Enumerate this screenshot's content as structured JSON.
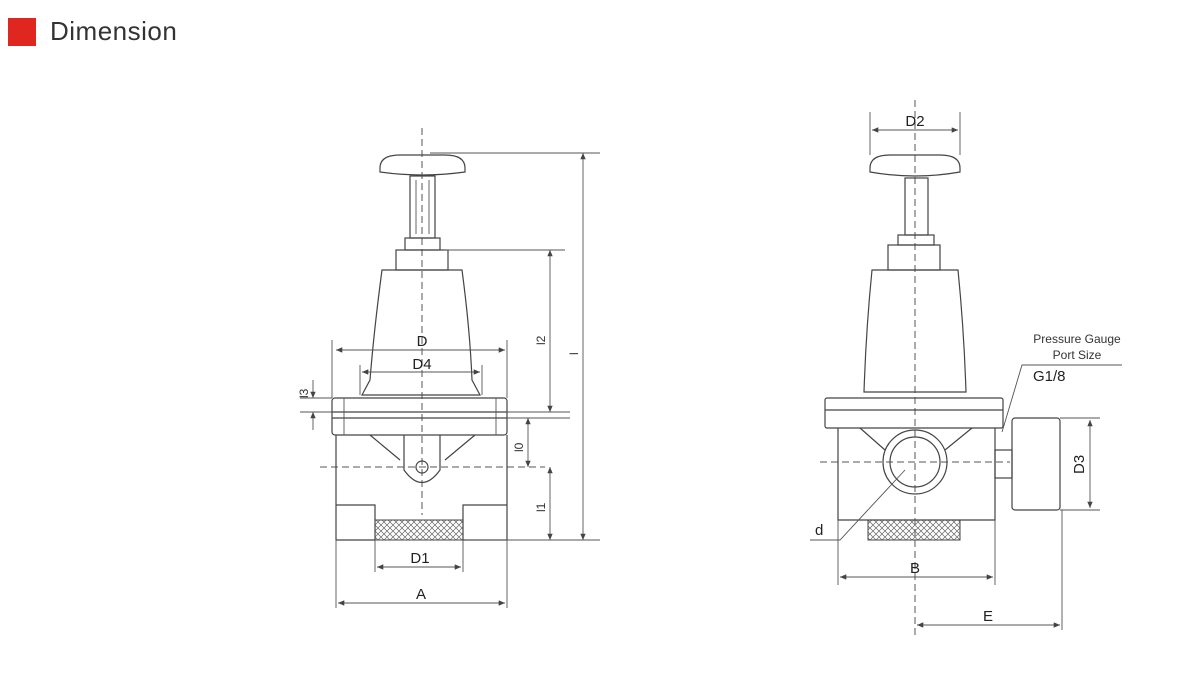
{
  "header": {
    "title": "Dimension",
    "accent": "#e0271f"
  },
  "front_view": {
    "D": "D",
    "D4": "D4",
    "D1": "D1",
    "A": "A",
    "l": "l",
    "l1": "l1",
    "l2": "l2",
    "l3": "l3",
    "l0": "l0"
  },
  "side_view": {
    "D2": "D2",
    "B": "B",
    "d": "d",
    "D3": "D3",
    "E": "E",
    "gauge_line1": "Pressure Gauge",
    "gauge_line2": "Port Size",
    "gauge_size": "G1/8"
  }
}
